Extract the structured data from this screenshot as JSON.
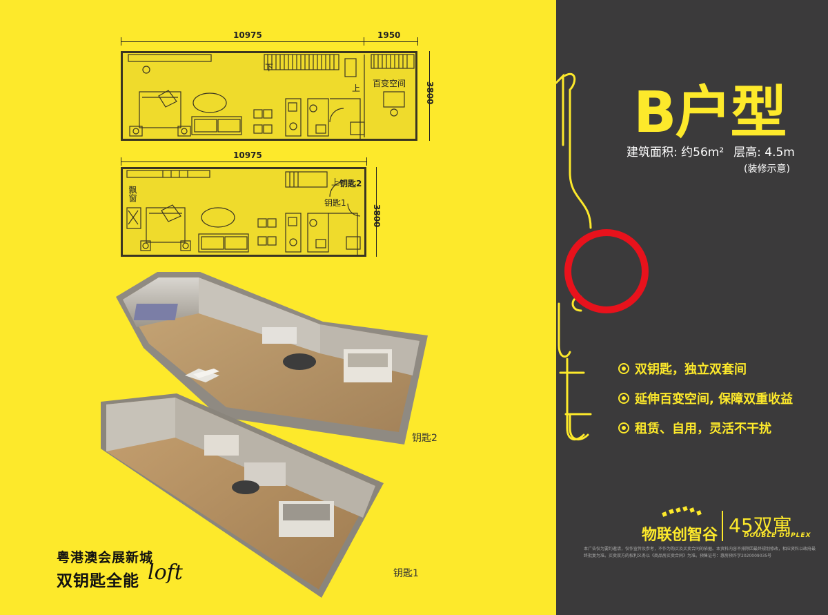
{
  "plans": {
    "upper": {
      "dim_top_left": "10975",
      "dim_top_right": "1950",
      "dim_side": "3800",
      "label_down": "下",
      "label_up": "上",
      "label_flex_space": "百变空间"
    },
    "lower": {
      "dim_top": "10975",
      "dim_side": "3800",
      "label_bay_window": "飘窗",
      "label_up": "上",
      "label_key2": "钥匙2",
      "label_key1": "钥匙1"
    }
  },
  "renders": {
    "key2_label": "钥匙2",
    "key1_label": "钥匙1"
  },
  "slogan": {
    "line1": "粤港澳会展新城",
    "line2": "双钥匙全能",
    "loft": "loft"
  },
  "unit": {
    "title": "B户型",
    "area": "建筑面积: 约56m²",
    "height": "层高: 4.5m",
    "note": "(装修示意)"
  },
  "features": [
    "双钥匙，独立双套间",
    "延伸百变空间, 保障双重收益",
    "租赁、自用，灵活不干扰"
  ],
  "brand": {
    "name": "物联创智谷",
    "product": "45双寓",
    "product_sub": "DOUBLE DUPLEX",
    "disclaimer": "本广告仅为要约邀请，仅作宣传及参考，不作为购买及买卖合同的依据。本资料内容不排除因最终规划修改，相应资料以政府最终批复为准。买卖双方的权利义务以《商品房买卖合同》为准。预售证号：惠房预许字2020009035号"
  },
  "colors": {
    "yellow": "#fde92b",
    "dark": "#3b3a3b",
    "accent_red": "#e8121c"
  }
}
